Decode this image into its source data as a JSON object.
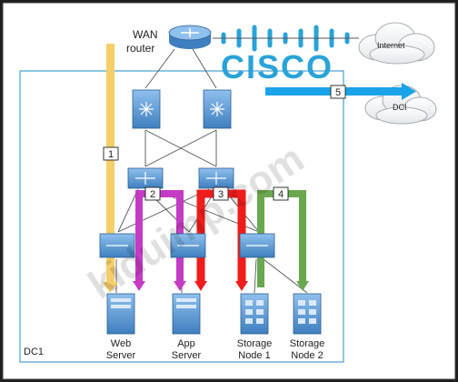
{
  "wan_router": {
    "line1": "WAN",
    "line2": "router"
  },
  "clouds": {
    "internet": "Internet",
    "dci": "DCI"
  },
  "brand": {
    "logo_text": "CISCO",
    "logo_color": "#29a3d8"
  },
  "datacenter": {
    "label": "DC1"
  },
  "servers": [
    {
      "line1": "Web",
      "line2": "Server"
    },
    {
      "line1": "App",
      "line2": "Server"
    },
    {
      "line1": "Storage",
      "line2": "Node 1"
    },
    {
      "line1": "Storage",
      "line2": "Node 2"
    }
  ],
  "paths": [
    {
      "id": "1",
      "color": "#f6cf6a"
    },
    {
      "id": "2",
      "color": "#c43bc4"
    },
    {
      "id": "3",
      "color": "#ef1c1c"
    },
    {
      "id": "4",
      "color": "#6aa84f"
    },
    {
      "id": "5",
      "color": "#1aa3e8"
    }
  ],
  "device_colors": {
    "fill": "#5b9bd5",
    "stroke": "#2e5f90"
  },
  "watermark": "kiduimp.com"
}
